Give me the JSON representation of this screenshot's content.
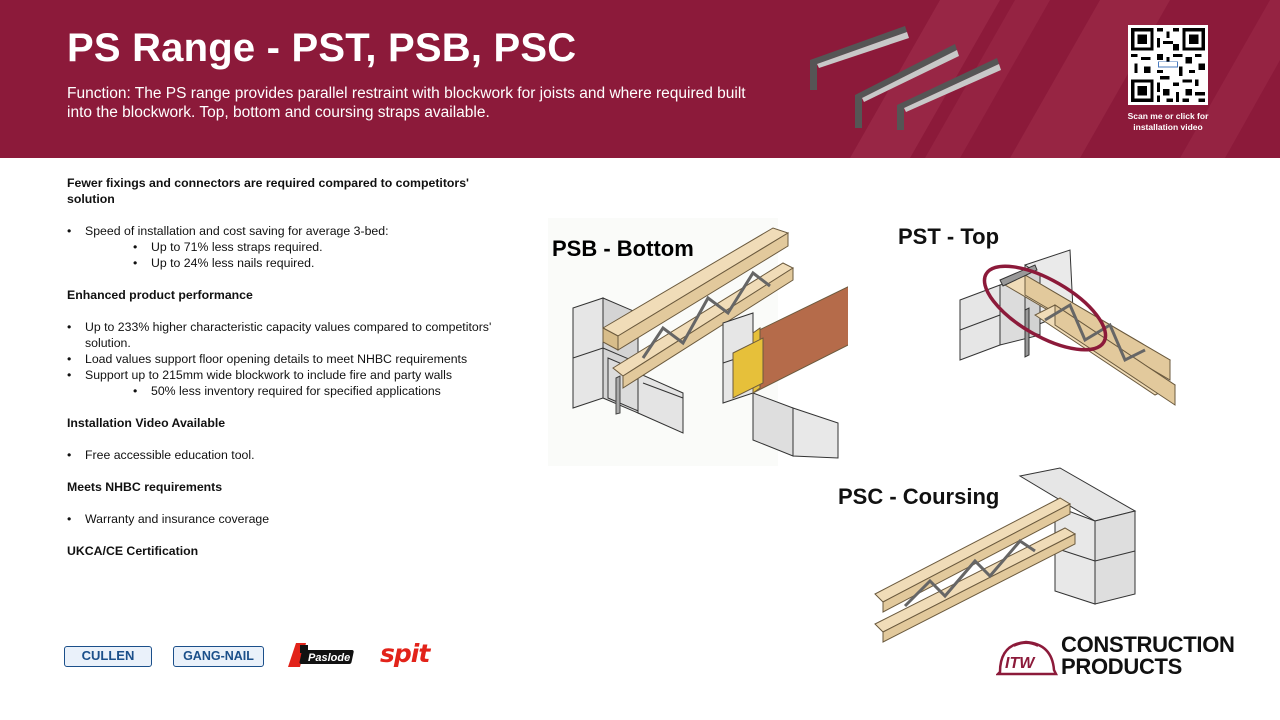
{
  "header": {
    "title": "PS Range - PST, PSB, PSC",
    "function_text": "Function: The PS range provides parallel restraint with blockwork for joists and where required built into the blockwork.  Top, bottom and coursing straps available.",
    "qr_caption": "Scan me or click for installation  video",
    "brand_color": "#8c1a3a"
  },
  "content": {
    "heading1": "Fewer fixings and connectors  are required compared to competitors'  solution",
    "bullet1": "Speed of installation and cost saving for average  3-bed:",
    "sub1a": "Up to 71% less straps required.",
    "sub1b": "Up to 24% less nails required.",
    "heading2": "Enhanced product  performance",
    "bullet2a": "Up to 233% higher characteristic capacity values compared to  competitors'  solution.",
    "bullet2b": "Load values support floor opening details to meet NHBC requirements",
    "bullet2c": "Support  up to 215mm wide blockwork to include fire and party walls",
    "sub2c": "50% less inventory  required  for specified applications",
    "heading3": "Installation  Video  Available",
    "bullet3": "Free accessible education tool.",
    "heading4": "Meets NHBC requirements",
    "bullet4": "Warranty and insurance coverage",
    "heading5": "UKCA/CE Certification"
  },
  "diagrams": {
    "psb_label": "PSB - Bottom",
    "pst_label": "PST - Top",
    "psc_label": "PSC - Coursing"
  },
  "brands": {
    "cullen": "CULLEN",
    "gangnail": "GANG-NAIL",
    "paslode": "Paslode",
    "spit": "spit",
    "itw": "ITW",
    "construction_products": "CONSTRUCTION PRODUCTS"
  }
}
